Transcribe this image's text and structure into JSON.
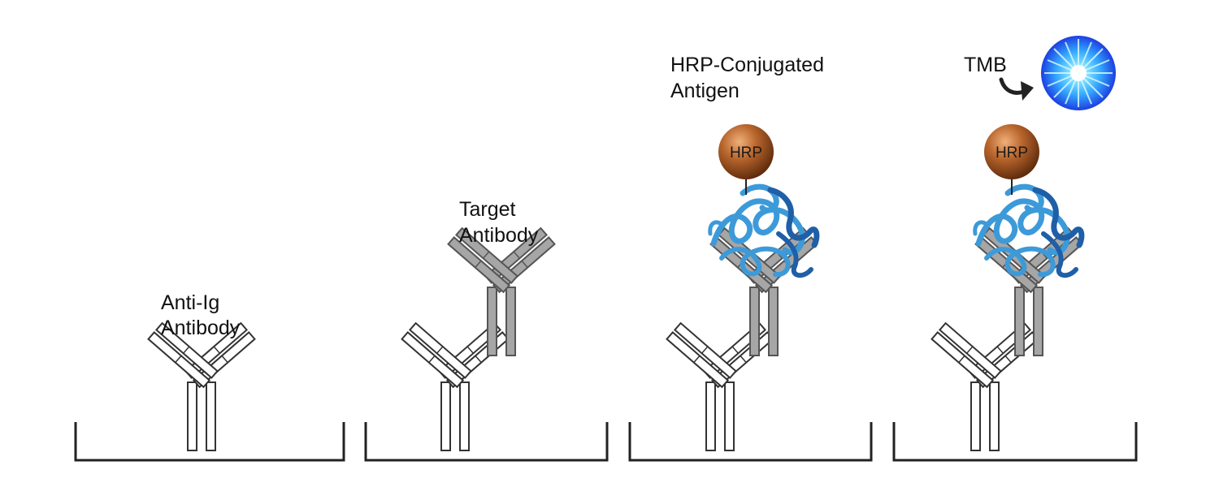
{
  "diagram": {
    "labels": {
      "anti_ig_line1": "Anti-Ig",
      "anti_ig_line2": "Antibody",
      "target_line1": "Target",
      "target_line2": "Antibody",
      "hrp_antigen_line1": "HRP-Conjugated",
      "hrp_antigen_line2": "Antigen",
      "tmb": "TMB",
      "hrp_badge_1": "HRP",
      "hrp_badge_2": "HRP"
    },
    "colors": {
      "well": "#222222",
      "outline_antibody_fill": "#ffffff",
      "outline_antibody_stroke": "#333333",
      "gray_antibody_fill": "#a6a6a6",
      "gray_antibody_stroke": "#555555",
      "hrp_bead": "#b8652c",
      "protein_light": "#3d9ad9",
      "protein_dark": "#1f5fa8",
      "tmb_glow": "#33a6ff"
    }
  }
}
